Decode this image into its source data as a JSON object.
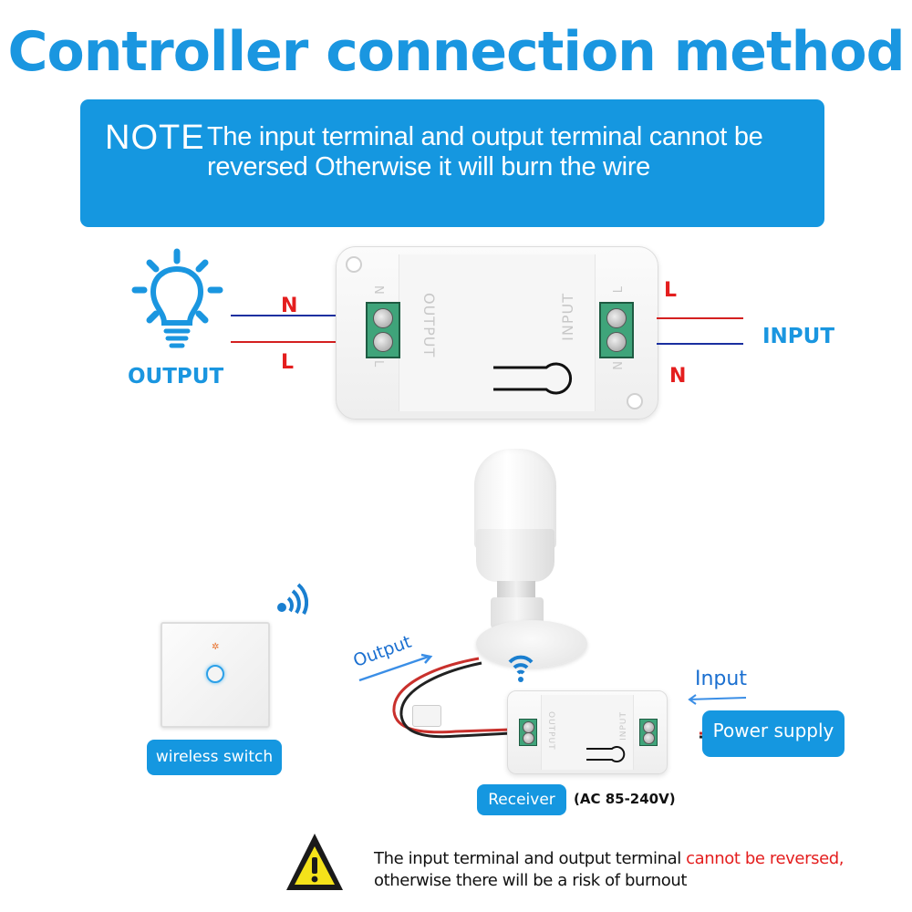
{
  "title": "Controller connection method",
  "note": {
    "tag": "NOTE",
    "text": "The input terminal and output terminal cannot be reversed Otherwise it will burn the wire"
  },
  "top_diagram": {
    "output_label": "OUTPUT",
    "input_label": "INPUT",
    "left_wire_top": "N",
    "left_wire_bottom": "L",
    "right_wire_top": "L",
    "right_wire_bottom": "N",
    "module_output_text": "OUTPUT",
    "module_input_text": "INPUT",
    "terminal_left_top": "N",
    "terminal_left_bottom": "L",
    "terminal_right_top": "L",
    "terminal_right_bottom": "N"
  },
  "bottom_diagram": {
    "wireless_switch_label": "wireless switch",
    "output_arrow_label": "Output",
    "input_arrow_label": "Input",
    "power_supply_label": "Power supply",
    "receiver_label": "Receiver",
    "voltage_label": "(AC 85-240V)",
    "receiver_output_text": "OUTPUT",
    "receiver_input_text": "INPUT"
  },
  "warning": {
    "text_before": "The input terminal and output terminal ",
    "text_red": "cannot be reversed,",
    "text_after": "otherwise there will be a risk of burnout"
  },
  "colors": {
    "accent": "#1597e0",
    "title": "#1a96e0",
    "warning_red": "#e41e1e",
    "neutral_wire": "#1a2fa0",
    "live_wire": "#d42020",
    "terminal_green": "#3fa47a"
  }
}
